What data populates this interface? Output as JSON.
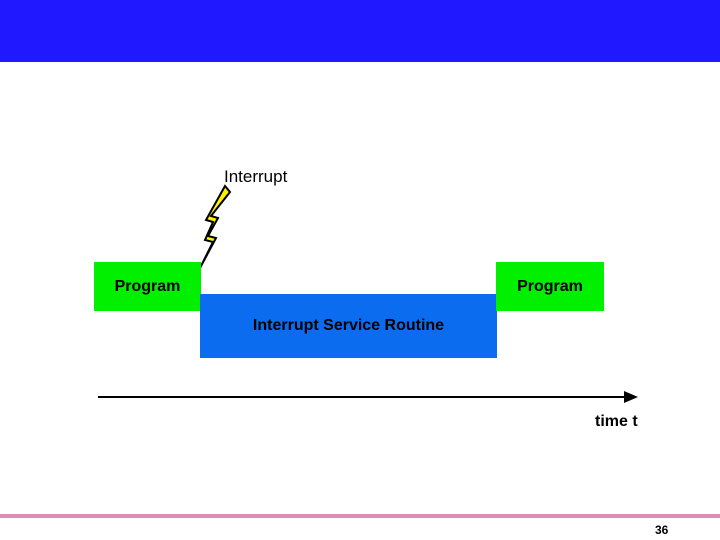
{
  "slide": {
    "banner": {
      "color": "#2018ff"
    },
    "footer": {
      "rule_color": "#dd8cb4",
      "page_number": "36"
    }
  },
  "diagram": {
    "interrupt_label": "Interrupt",
    "bolt": {
      "icon": "lightning-bolt-icon",
      "fill": "#fff000",
      "stroke": "#000000"
    },
    "blocks": [
      {
        "label": "Program",
        "color": "#00f000",
        "role": "program-before-interrupt"
      },
      {
        "label": "Interrupt Service Routine",
        "color": "#0c6cf0",
        "role": "interrupt-service-routine"
      },
      {
        "label": "Program",
        "color": "#00f000",
        "role": "program-after-interrupt"
      }
    ],
    "axis": {
      "label": "time t",
      "color": "#000000"
    }
  }
}
